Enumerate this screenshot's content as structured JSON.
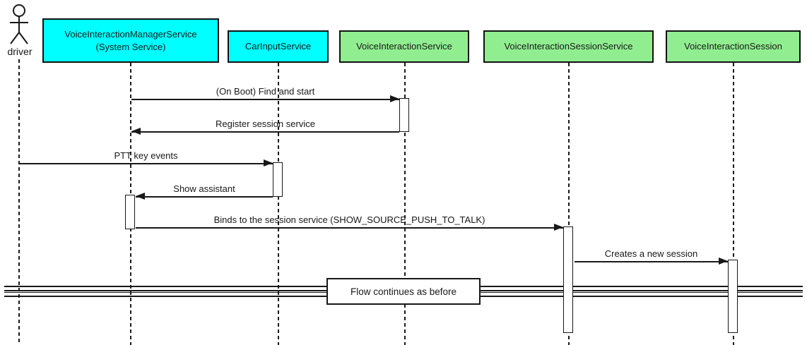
{
  "diagram": {
    "type": "uml-sequence-diagram",
    "background_color": "#FFFFFF",
    "line_color": "#181818",
    "actor_color": "#FFFFFF"
  },
  "actor": {
    "name": "driver"
  },
  "participants": [
    {
      "name": "VoiceInteractionManagerService\n(System Service)",
      "fill": "#00FFFF"
    },
    {
      "name": "CarInputService",
      "fill": "#00FFFF"
    },
    {
      "name": "VoiceInteractionService",
      "fill": "#90EE90"
    },
    {
      "name": "VoiceInteractionSessionService",
      "fill": "#90EE90"
    },
    {
      "name": "VoiceInteractionSession",
      "fill": "#90EE90"
    }
  ],
  "messages": [
    {
      "label": "(On Boot) Find and start",
      "from": "VoiceInteractionManagerService (System Service)",
      "to": "VoiceInteractionService",
      "direction": "right"
    },
    {
      "label": "Register session service",
      "from": "VoiceInteractionService",
      "to": "VoiceInteractionManagerService (System Service)",
      "direction": "left"
    },
    {
      "label": "PTT key events",
      "from": "driver",
      "to": "CarInputService",
      "direction": "right"
    },
    {
      "label": "Show assistant",
      "from": "CarInputService",
      "to": "VoiceInteractionManagerService (System Service)",
      "direction": "left"
    },
    {
      "label": "Binds to the session service (SHOW_SOURCE_PUSH_TO_TALK)",
      "from": "VoiceInteractionManagerService (System Service)",
      "to": "VoiceInteractionSessionService",
      "direction": "right"
    },
    {
      "label": "Creates a new session",
      "from": "VoiceInteractionSessionService",
      "to": "VoiceInteractionSession",
      "direction": "right"
    }
  ],
  "divider": {
    "label": "Flow continues as before"
  }
}
